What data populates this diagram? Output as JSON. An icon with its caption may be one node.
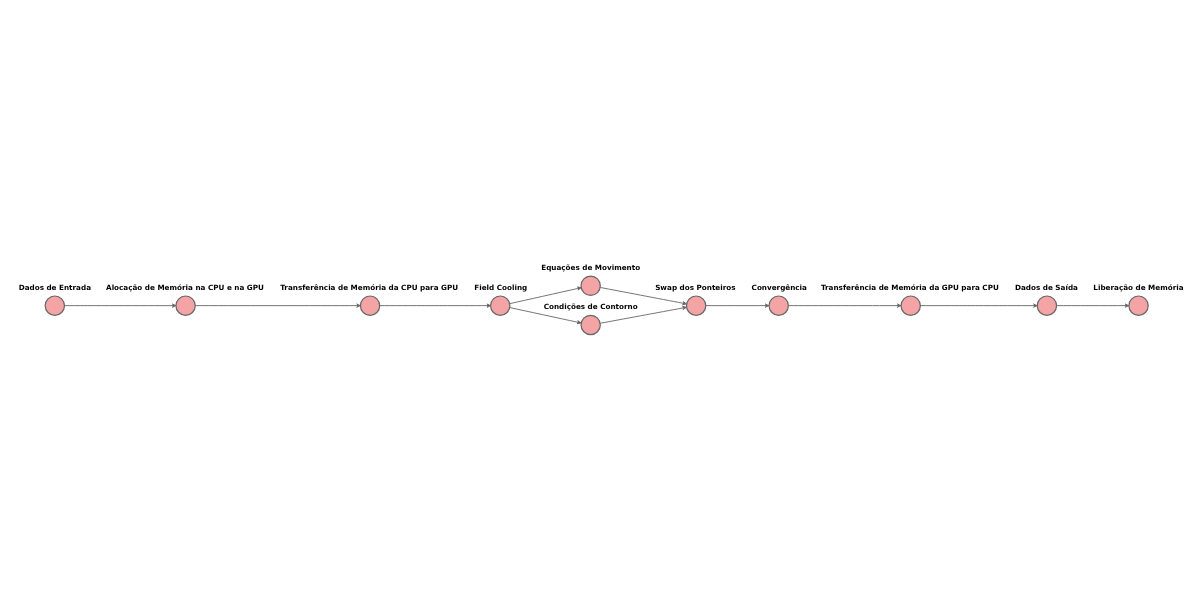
{
  "diagram": {
    "nodes": [
      {
        "text": [
          "Dados de Entrada"
        ]
      },
      {
        "text": [
          "Alocação de Memória na CPU e na GPU"
        ]
      },
      {
        "text": [
          "Transferência de Memória da CPU para GPU"
        ]
      },
      {
        "text": [
          "Field Cooling"
        ]
      },
      {
        "text": [
          "Equações de Movimento"
        ]
      },
      {
        "text": [
          "Condições de Contorno"
        ]
      },
      {
        "text": [
          "Swap dos Ponteiros"
        ]
      },
      {
        "text": [
          "Convergência"
        ]
      },
      {
        "text": [
          "Transferência de Memória da GPU para CPU"
        ]
      },
      {
        "text": [
          "Dados de Saída"
        ]
      },
      {
        "text": [
          "Liberação de Memória"
        ]
      }
    ],
    "edges": [
      {
        "from": 0,
        "to": 1,
        "arrow": "to"
      },
      {
        "from": 1,
        "to": 2,
        "arrow": "to"
      },
      {
        "from": 2,
        "to": 3,
        "arrow": "to"
      },
      {
        "from": 3,
        "to": 4,
        "arrow": "to"
      },
      {
        "from": 3,
        "to": 5,
        "arrow": "to"
      },
      {
        "from": 4,
        "to": 6,
        "arrow": "to"
      },
      {
        "from": 5,
        "to": 6,
        "arrow": "to"
      },
      {
        "from": 6,
        "to": 7,
        "arrow": "to"
      },
      {
        "from": 7,
        "to": 8,
        "arrow": "to"
      },
      {
        "from": 8,
        "to": 9,
        "arrow": "to"
      },
      {
        "from": 9,
        "to": 10,
        "arrow": "to"
      }
    ]
  }
}
